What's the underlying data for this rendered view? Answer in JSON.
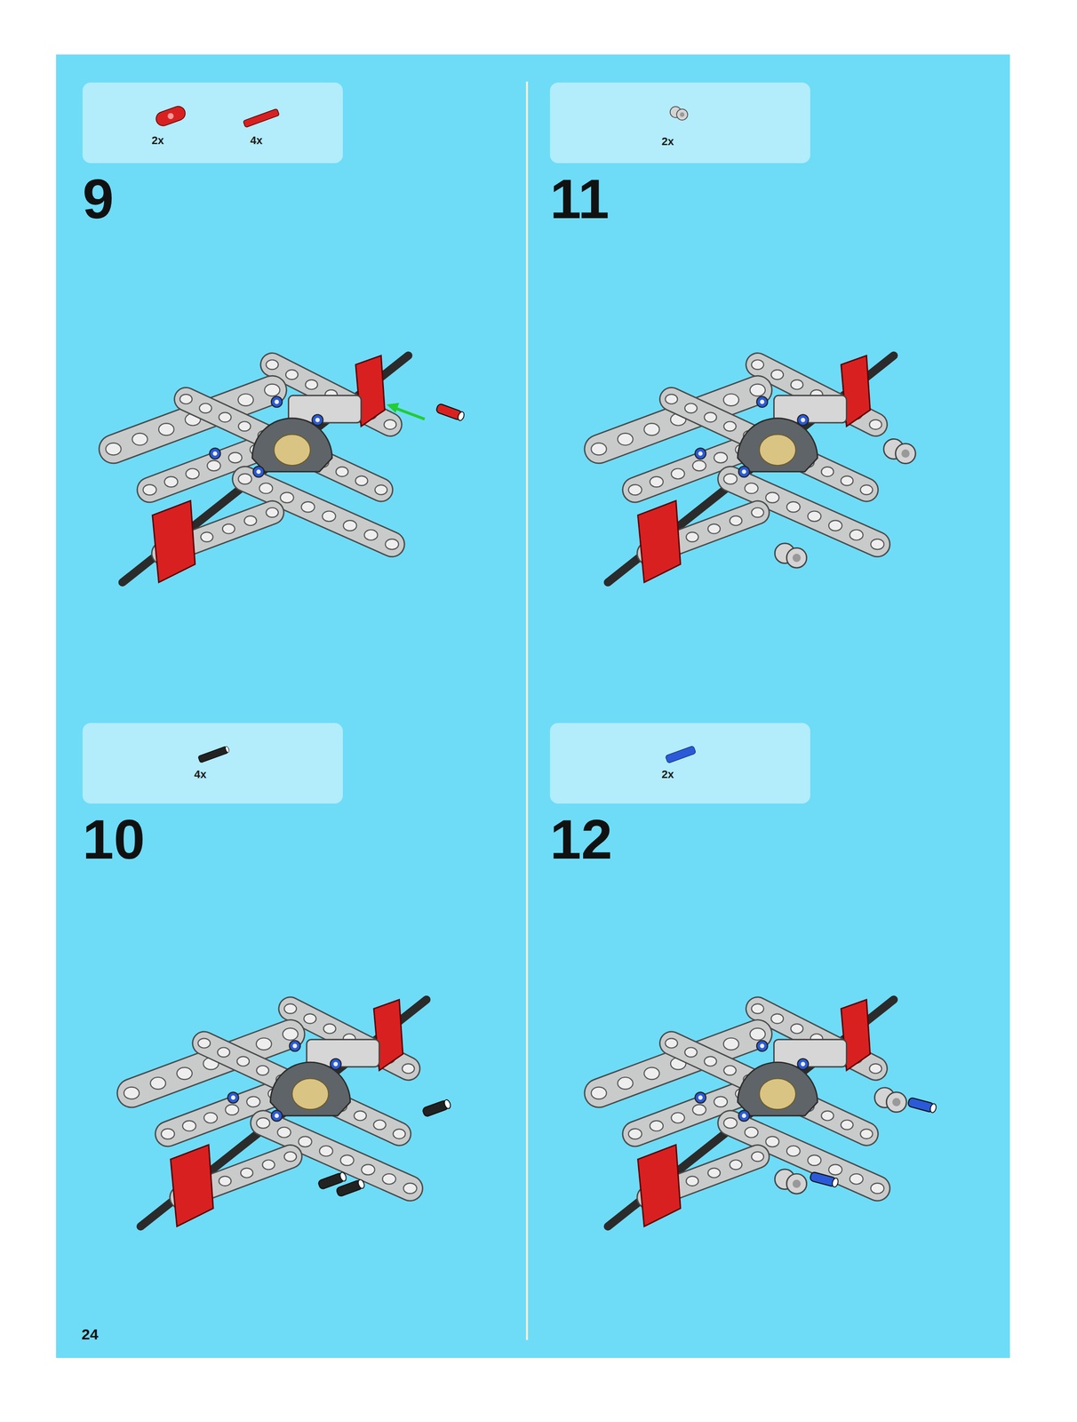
{
  "diagram": {
    "nodes": [
      {
        "text": [
          "2x",
          "4x"
        ]
      },
      {
        "text": [
          "2x"
        ]
      },
      {
        "text": [
          "4x"
        ]
      },
      {
        "text": [
          "2x"
        ]
      }
    ],
    "labels": [
      "9",
      "11",
      "10",
      "12",
      "24"
    ]
  }
}
